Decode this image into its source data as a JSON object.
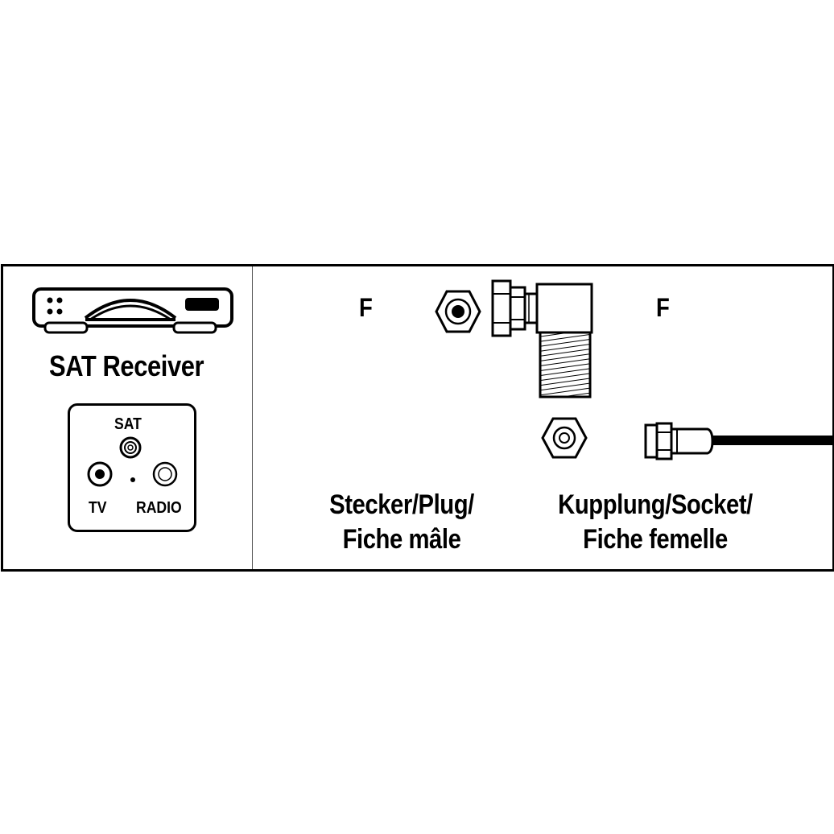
{
  "receiver": {
    "label": "SAT Receiver",
    "icon": "sat-receiver-icon"
  },
  "wallplate": {
    "sat": "SAT",
    "tv": "TV",
    "radio": "RADIO",
    "icon": "antenna-wall-socket-icon"
  },
  "connector_left": {
    "type": "F",
    "icon": "hex-nut-plug-face-icon"
  },
  "connector_right": {
    "type": "F",
    "icon": "angled-f-connector-icon"
  },
  "plug": {
    "line1": "Stecker/Plug/",
    "line2": "Fiche mâle"
  },
  "socket": {
    "line1": "Kupplung/Socket/",
    "line2": "Fiche femelle"
  },
  "colors": {
    "line": "#000000",
    "background": "#ffffff"
  }
}
